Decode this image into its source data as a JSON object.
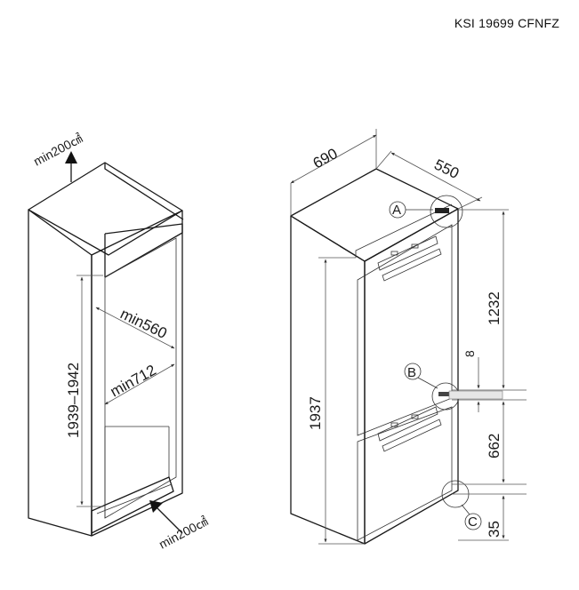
{
  "model": "KSI 19699 CFNFZ",
  "niche": {
    "vent_top": "min200㎠",
    "vent_bottom": "min200㎠",
    "depth": "min560",
    "width": "min712",
    "height": "1939–1942"
  },
  "appliance": {
    "width": "690",
    "depth": "550",
    "height": "1937",
    "upper": "1232",
    "gap": "8",
    "lower": "662",
    "base": "35"
  },
  "markers": {
    "a": "A",
    "b": "B",
    "c": "C"
  }
}
